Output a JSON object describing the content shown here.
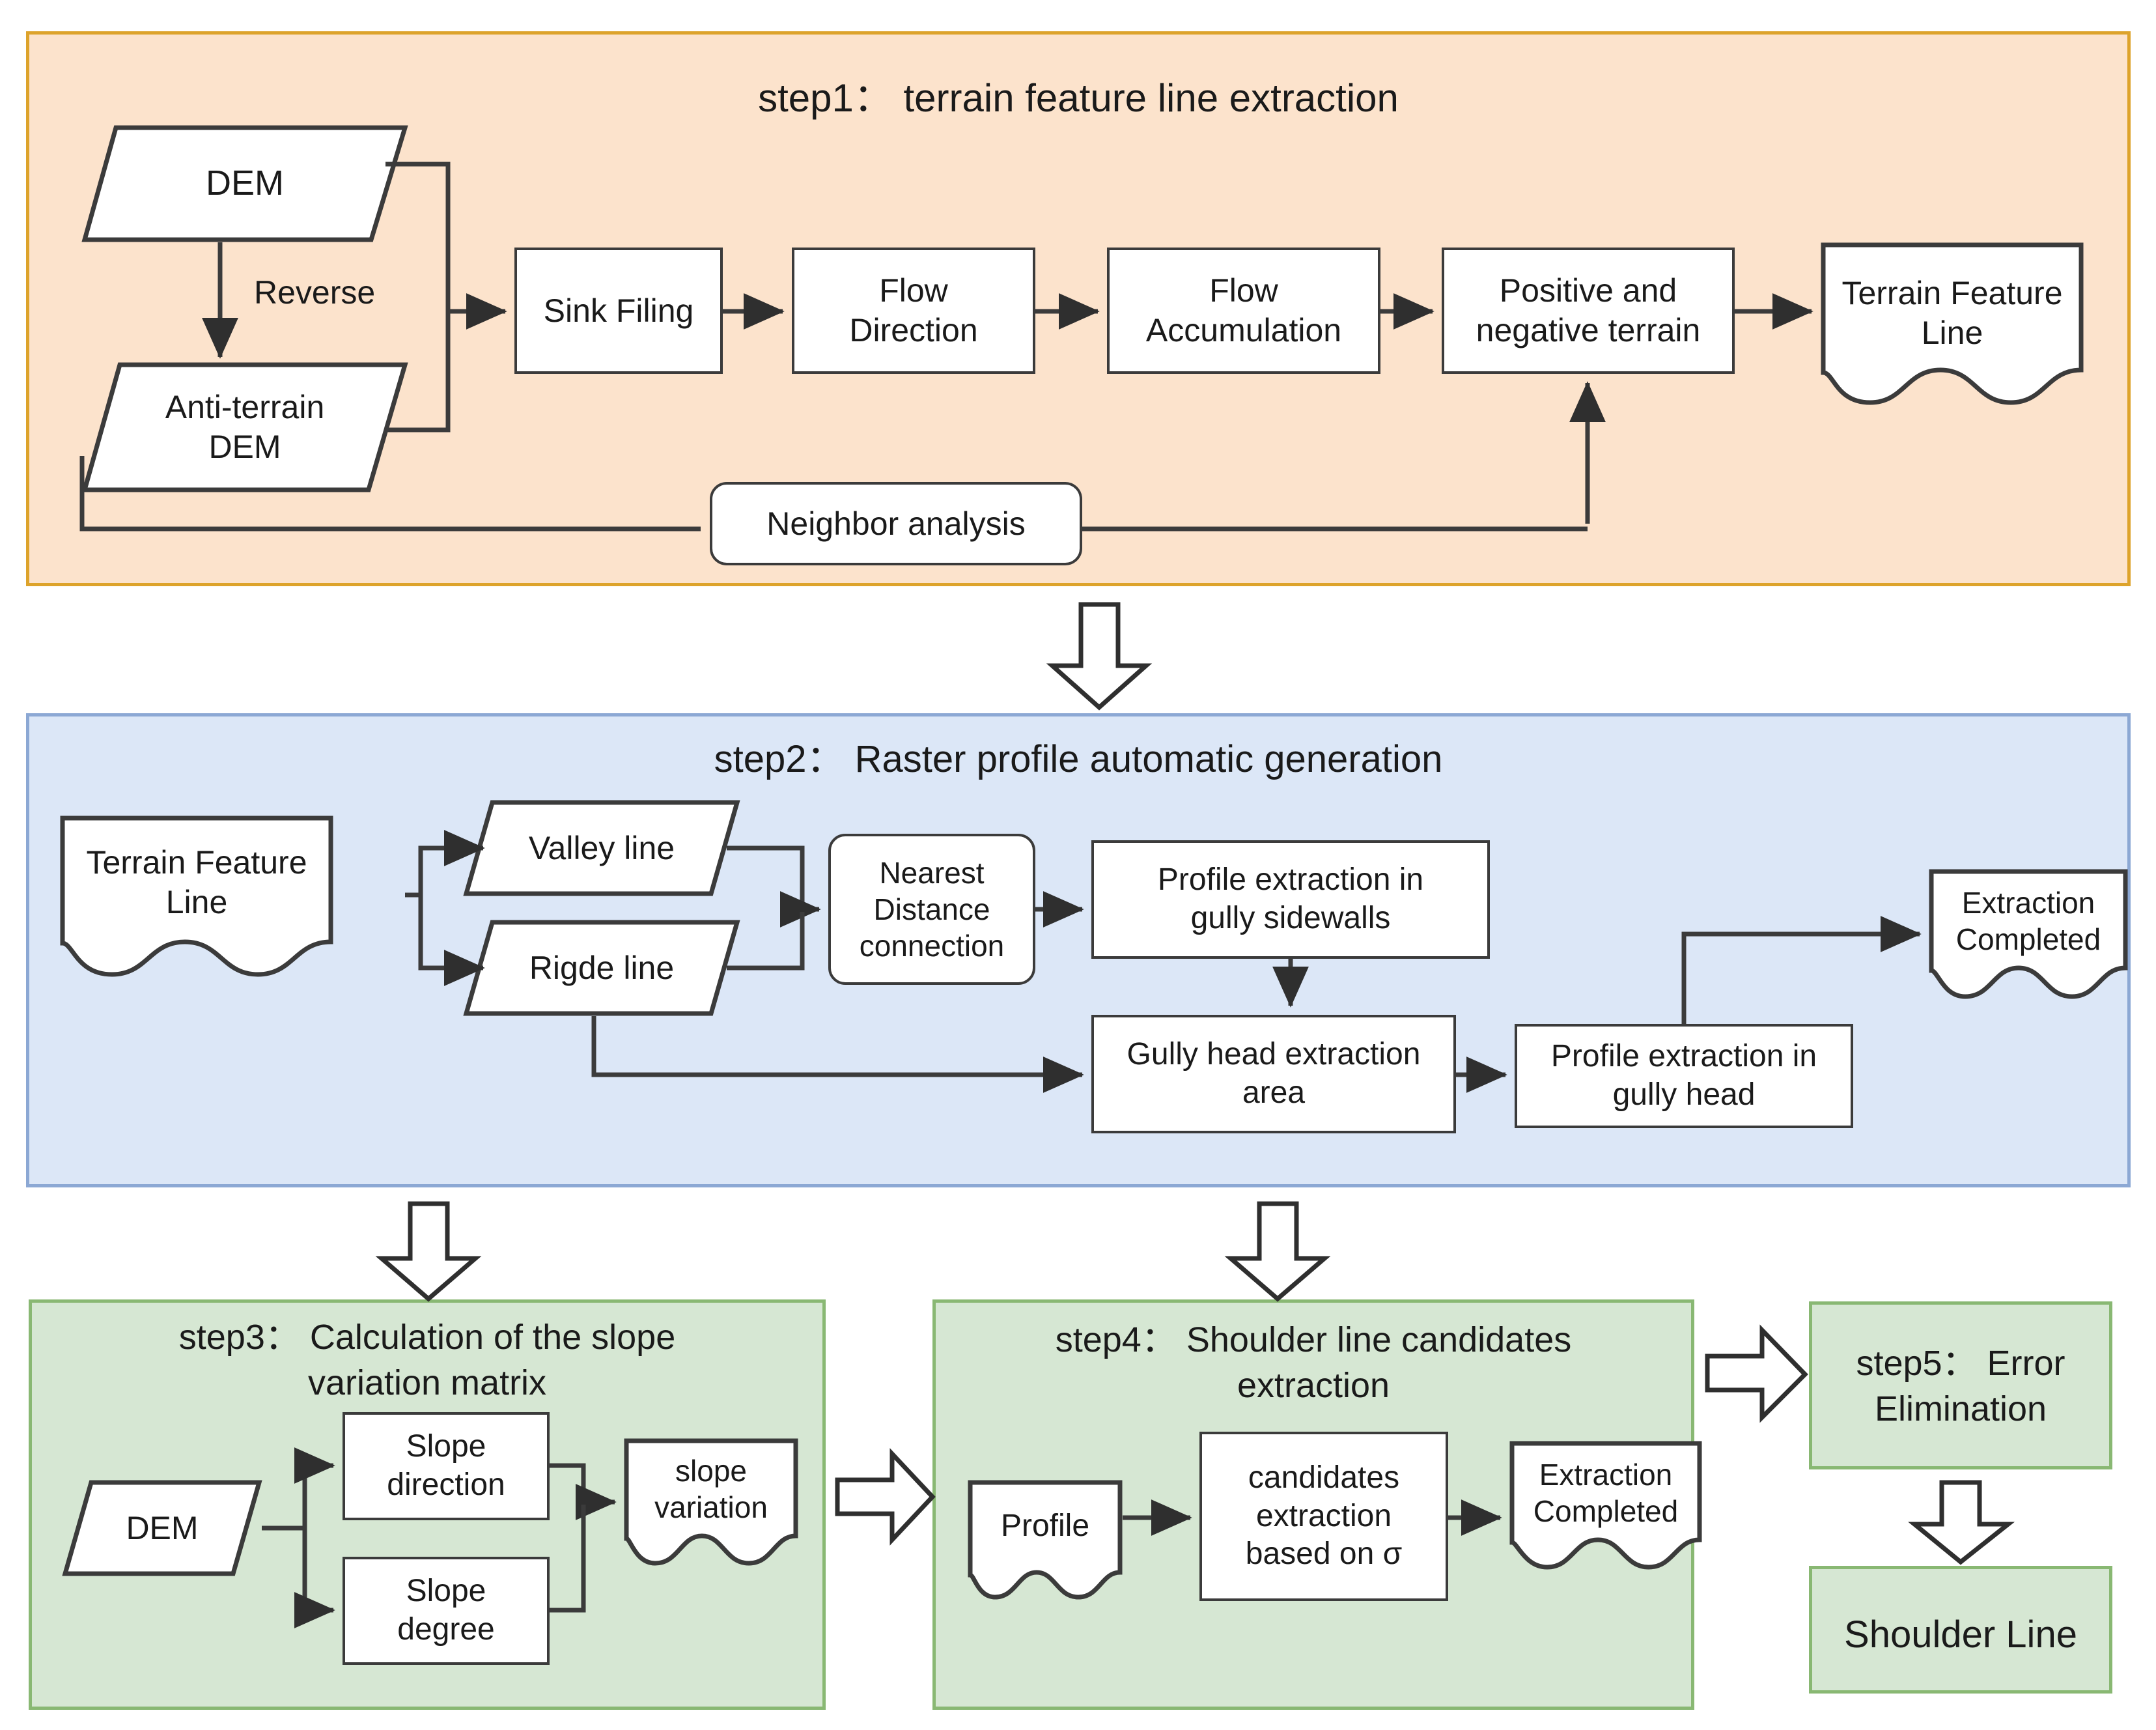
{
  "diagram": {
    "title_colon": "：",
    "steps": [
      {
        "id": "step1",
        "title": "step1： terrain feature line extraction",
        "panel_color": "#FCE3CC",
        "border_color": "#DDA32B",
        "nodes": [
          {
            "name": "dem",
            "label": "DEM",
            "shape": "parallelogram"
          },
          {
            "name": "anti-terrain-dem",
            "label": "Anti-terrain\nDEM",
            "shape": "parallelogram"
          },
          {
            "name": "sink-filing",
            "label": "Sink Filing",
            "shape": "rect"
          },
          {
            "name": "flow-direction",
            "label": "Flow\nDirection",
            "shape": "rect"
          },
          {
            "name": "flow-accumulation",
            "label": "Flow\nAccumulation",
            "shape": "rect"
          },
          {
            "name": "positive-negative-terrain",
            "label": "Positive and\nnegative terrain",
            "shape": "rect"
          },
          {
            "name": "terrain-feature-line",
            "label": "Terrain Feature\nLine",
            "shape": "document"
          },
          {
            "name": "neighbor-analysis",
            "label": "Neighbor analysis",
            "shape": "rounded-rect"
          }
        ],
        "edge_labels": [
          {
            "name": "reverse",
            "label": "Reverse"
          }
        ]
      },
      {
        "id": "step2",
        "title": "step2： Raster profile automatic generation",
        "panel_color": "#DCE7F7",
        "border_color": "#8CA8D4",
        "nodes": [
          {
            "name": "terrain-feature-line-in",
            "label": "Terrain Feature\nLine",
            "shape": "document"
          },
          {
            "name": "valley-line",
            "label": "Valley line",
            "shape": "parallelogram"
          },
          {
            "name": "rigde-line",
            "label": "Rigde line",
            "shape": "parallelogram"
          },
          {
            "name": "nearest-distance-connection",
            "label": "Nearest\nDistance\nconnection",
            "shape": "rounded-rect"
          },
          {
            "name": "profile-extraction-gully-sidewalls",
            "label": "Profile extraction in\ngully sidewalls",
            "shape": "rect"
          },
          {
            "name": "gully-head-extraction-area",
            "label": "Gully head extraction\narea",
            "shape": "rect"
          },
          {
            "name": "profile-extraction-gully-head",
            "label": "Profile extraction in\ngully head",
            "shape": "rect"
          },
          {
            "name": "extraction-completed",
            "label": "Extraction\nCompleted",
            "shape": "document"
          }
        ]
      },
      {
        "id": "step3",
        "title": "step3： Calculation of the slope\nvariation matrix",
        "panel_color": "#D6E7D3",
        "border_color": "#89B873",
        "nodes": [
          {
            "name": "dem",
            "label": "DEM",
            "shape": "parallelogram"
          },
          {
            "name": "slope-direction",
            "label": "Slope\ndirection",
            "shape": "rect"
          },
          {
            "name": "slope-degree",
            "label": "Slope\ndegree",
            "shape": "rect"
          },
          {
            "name": "slope-variation",
            "label": "slope\nvariation",
            "shape": "document"
          }
        ]
      },
      {
        "id": "step4",
        "title": "step4： Shoulder line candidates\nextraction",
        "panel_color": "#D6E7D3",
        "border_color": "#89B873",
        "nodes": [
          {
            "name": "profile",
            "label": "Profile",
            "shape": "document"
          },
          {
            "name": "candidates-extraction",
            "label": "candidates\nextraction\nbased on σ",
            "shape": "rect"
          },
          {
            "name": "extraction-completed",
            "label": "Extraction\nCompleted",
            "shape": "document"
          }
        ]
      },
      {
        "id": "step5",
        "title": "step5： Error\nElimination",
        "panel_color": "#D6E7D3",
        "border_color": "#89B873",
        "nodes": [
          {
            "name": "shoulder-line",
            "label": "Shoulder Line",
            "shape": "rect-green"
          }
        ]
      }
    ]
  },
  "s1": {
    "title": "step1： terrain feature line extraction",
    "dem": "DEM",
    "reverse": "Reverse",
    "anti_dem": "Anti-terrain\nDEM",
    "sink": "Sink Filing",
    "flow_dir": "Flow\nDirection",
    "flow_acc": "Flow\nAccumulation",
    "pos_neg": "Positive and\nnegative terrain",
    "tfl": "Terrain Feature\nLine",
    "neighbor": "Neighbor analysis"
  },
  "s2": {
    "title": "step2： Raster profile automatic generation",
    "tfl": "Terrain Feature\nLine",
    "valley": "Valley line",
    "rigde": "Rigde line",
    "nearest": "Nearest\nDistance\nconnection",
    "prof_side": "Profile extraction in\ngully sidewalls",
    "gully_head": "Gully head extraction\narea",
    "prof_head": "Profile extraction in\ngully head",
    "done": "Extraction\nCompleted"
  },
  "s3": {
    "title": "step3： Calculation of the slope\nvariation matrix",
    "dem": "DEM",
    "slope_dir": "Slope\ndirection",
    "slope_deg": "Slope\ndegree",
    "slope_var": "slope\nvariation"
  },
  "s4": {
    "title": "step4： Shoulder line candidates\nextraction",
    "profile": "Profile",
    "candidates": "candidates\nextraction\nbased on σ",
    "done": "Extraction\nCompleted"
  },
  "s5": {
    "title": "step5： Error\nElimination",
    "shoulder": "Shoulder Line"
  },
  "colors": {
    "orange_fill": "#FCE3CC",
    "orange_border": "#DDA32B",
    "blue_fill": "#DCE7F7",
    "blue_border": "#8CA8D4",
    "green_fill": "#D6E7D3",
    "green_border": "#89B873",
    "node_stroke": "#3b3b3b",
    "node_fill": "#ffffff",
    "text": "#1a1a1a"
  }
}
